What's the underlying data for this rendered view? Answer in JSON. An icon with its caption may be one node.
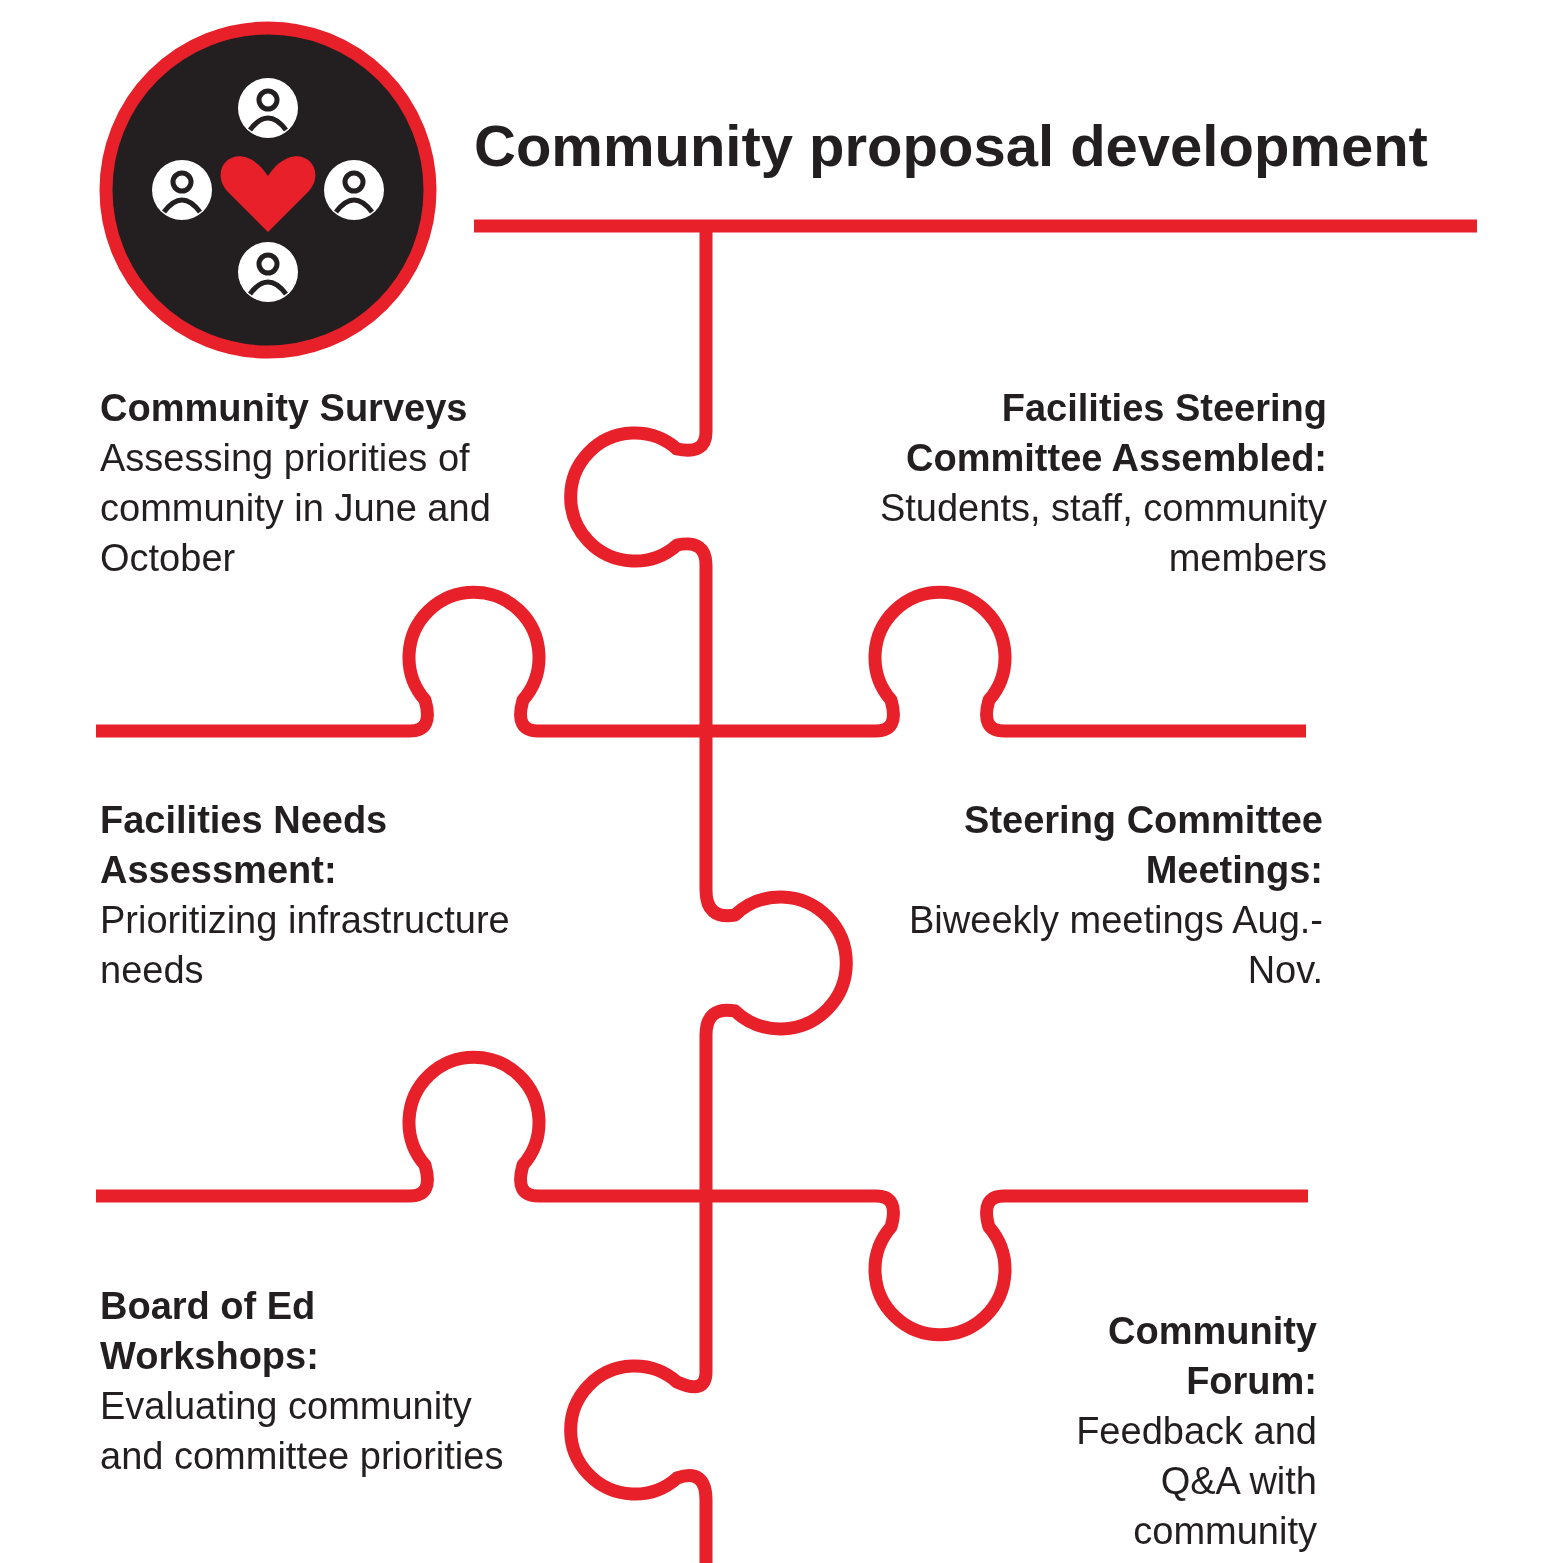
{
  "diagram": {
    "title": "Community proposal development",
    "labels": [
      "Community Surveys",
      "Assessing priorities of community in June and October",
      "Facilities Steering Committee Assembled:",
      "Students, staff, community members",
      "Facilities Needs Assessment:",
      "Prioritizing infrastructure needs",
      "Steering Committee Meetings:",
      "Biweekly meetings Aug.-Nov.",
      "Board of Ed Workshops:",
      "Evaluating community and committee priorities",
      "Community Forum:",
      "Feedback and Q&A with community"
    ]
  }
}
